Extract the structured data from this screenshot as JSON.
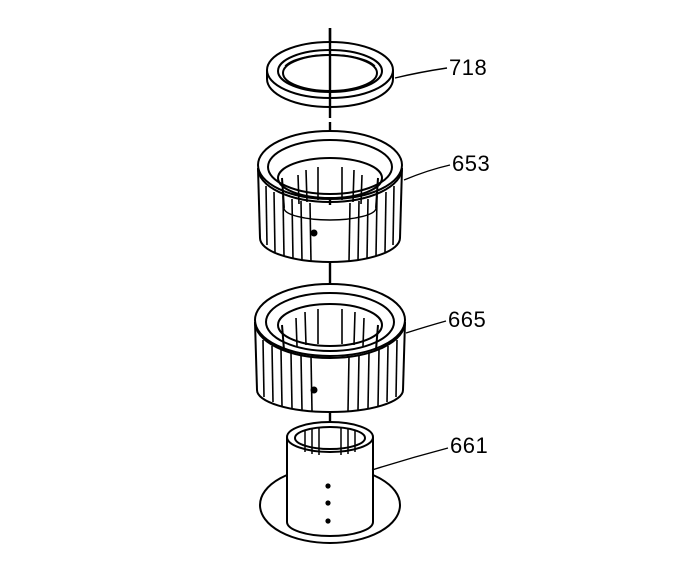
{
  "diagram": {
    "parts": [
      {
        "id": "718",
        "label": "718",
        "shape": "thrust-washer"
      },
      {
        "id": "653",
        "label": "653",
        "shape": "splined-ring"
      },
      {
        "id": "665",
        "label": "665",
        "shape": "splined-ring"
      },
      {
        "id": "661",
        "label": "661",
        "shape": "flanged-hub"
      }
    ],
    "colors": {
      "line": "#000000",
      "background": "#ffffff"
    }
  }
}
